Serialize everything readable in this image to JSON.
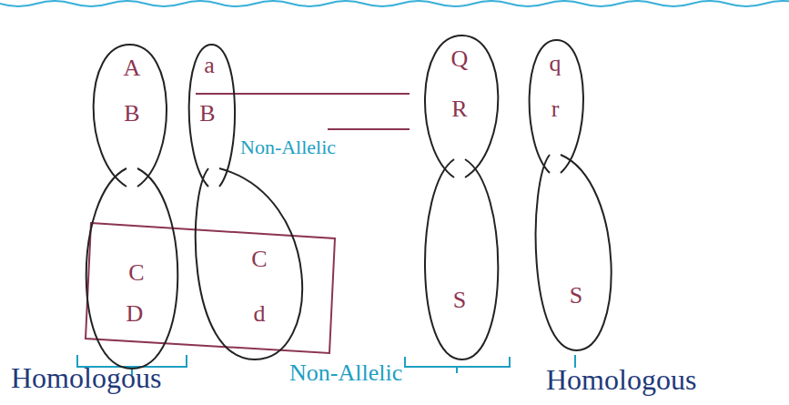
{
  "diagram": {
    "nodes": [
      {
        "text": [
          "A",
          "B",
          "C",
          "D"
        ]
      },
      {
        "text": [
          "a",
          "B",
          "C",
          "d"
        ]
      },
      {
        "text": [
          "Q",
          "R",
          "S"
        ]
      },
      {
        "text": [
          "q",
          "r",
          "S"
        ]
      }
    ],
    "edges": [
      {
        "from": 0,
        "to": 2,
        "arrow": "none"
      },
      {
        "from": 1,
        "to": 2,
        "label": "Non-Allelic",
        "arrow": "none"
      }
    ],
    "labels": [
      "Homologous",
      "Non-Allelic",
      "Homologous"
    ]
  }
}
